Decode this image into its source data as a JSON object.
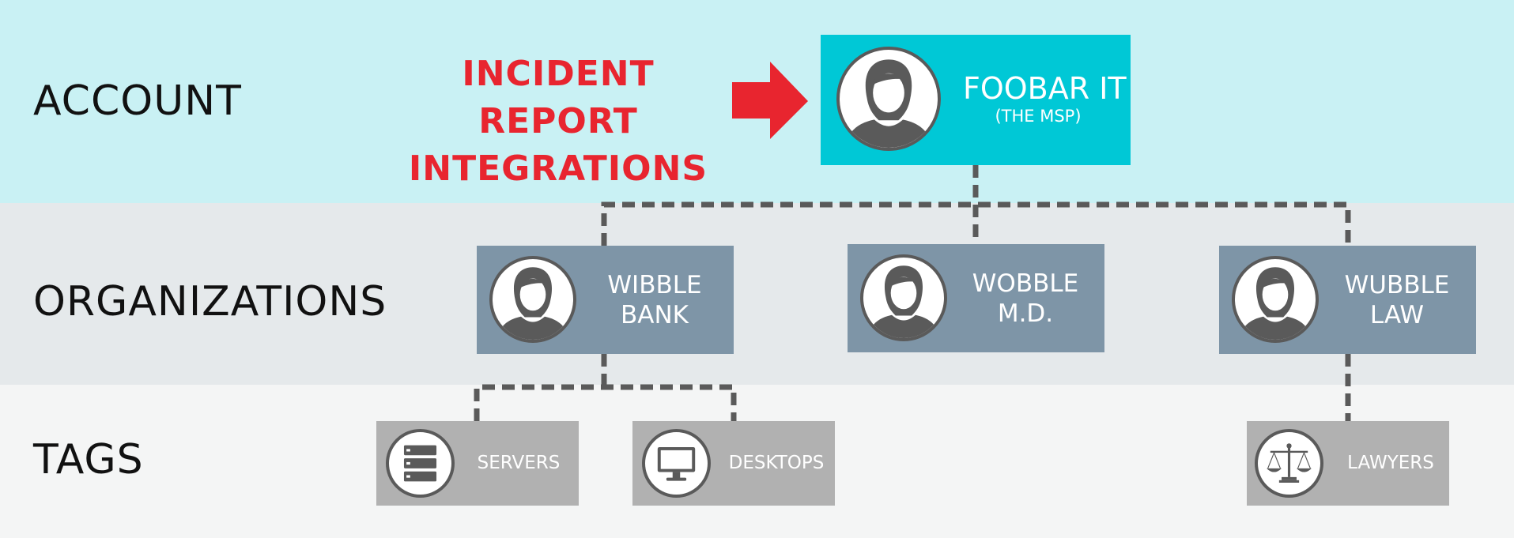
{
  "rows": {
    "account": "ACCOUNT",
    "organizations": "ORGANIZATIONS",
    "tags": "TAGS"
  },
  "callout": {
    "line1": "INCIDENT REPORT",
    "line2": "INTEGRATIONS",
    "color": "#e8252f"
  },
  "account": {
    "name": "FOOBAR IT",
    "subtitle": "(THE MSP)",
    "icon": "person-icon",
    "color": "#00c8d6"
  },
  "organizations": [
    {
      "line1": "WIBBLE",
      "line2": "BANK",
      "icon": "person-icon"
    },
    {
      "line1": "WOBBLE",
      "line2": "M.D.",
      "icon": "person-icon"
    },
    {
      "line1": "WUBBLE",
      "line2": "LAW",
      "icon": "person-icon"
    }
  ],
  "tags": [
    {
      "label": "SERVERS",
      "icon": "server-icon"
    },
    {
      "label": "DESKTOPS",
      "icon": "desktop-icon"
    },
    {
      "label": "LAWYERS",
      "icon": "scales-icon"
    }
  ],
  "colors": {
    "account_band": "#c9f1f4",
    "org_band": "#e5e9eb",
    "tag_band": "#f4f5f5",
    "org_box": "#7e95a7",
    "tag_box": "#b1b1b1",
    "connector": "#5a5a5a"
  }
}
